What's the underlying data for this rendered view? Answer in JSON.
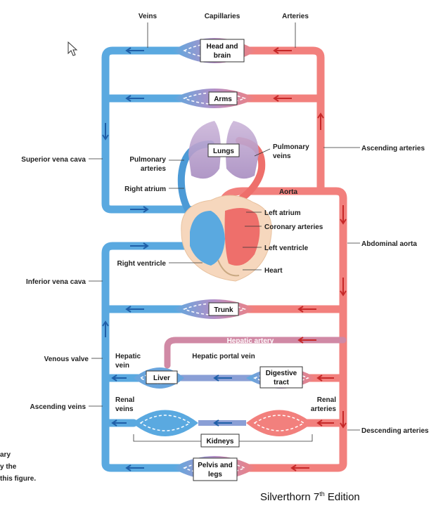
{
  "colors": {
    "vein": "#5aa9e0",
    "vein_dark": "#3b86c6",
    "artery": "#f2807d",
    "artery_dark": "#e05a5a",
    "capillary_mid": "#b48fc7",
    "heart_tissue": "#f6d7bd"
  },
  "header": {
    "veins": "Veins",
    "capillaries": "Capillaries",
    "arteries": "Arteries"
  },
  "beds": {
    "head_brain_l1": "Head and",
    "head_brain_l2": "brain",
    "arms": "Arms",
    "lungs": "Lungs",
    "trunk": "Trunk",
    "liver": "Liver",
    "digestive_l1": "Digestive",
    "digestive_l2": "tract",
    "kidneys": "Kidneys",
    "pelvis_l1": "Pelvis and",
    "pelvis_l2": "legs"
  },
  "labels": {
    "superior_vena_cava": "Superior vena cava",
    "pulmonary_arteries_l1": "Pulmonary",
    "pulmonary_arteries_l2": "arteries",
    "pulmonary_veins_l1": "Pulmonary",
    "pulmonary_veins_l2": "veins",
    "ascending_arteries": "Ascending arteries",
    "right_atrium": "Right atrium",
    "aorta": "Aorta",
    "left_atrium": "Left atrium",
    "coronary_arteries": "Coronary arteries",
    "left_ventricle": "Left ventricle",
    "abdominal_aorta": "Abdominal aorta",
    "right_ventricle": "Right ventricle",
    "heart": "Heart",
    "inferior_vena_cava": "Inferior vena cava",
    "hepatic_artery": "Hepatic artery",
    "venous_valve": "Venous valve",
    "hepatic_vein_l1": "Hepatic",
    "hepatic_vein_l2": "vein",
    "hepatic_portal_vein": "Hepatic portal vein",
    "renal_veins_l1": "Renal",
    "renal_veins_l2": "veins",
    "renal_arteries_l1": "Renal",
    "renal_arteries_l2": "arteries",
    "ascending_veins": "Ascending veins",
    "descending_arteries": "Descending arteries"
  },
  "fragments": {
    "line1": "ary",
    "line2": "y the",
    "line3": "this figure."
  },
  "credit": {
    "text": "Silverthorn 7",
    "sup": "th",
    "rest": " Edition"
  }
}
